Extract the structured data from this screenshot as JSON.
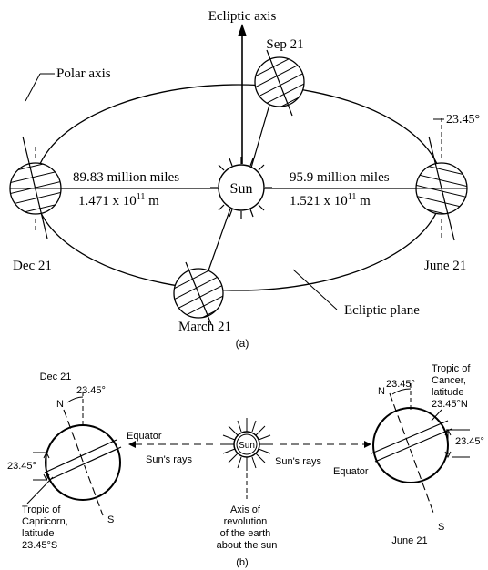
{
  "part_a": {
    "ecliptic_axis": "Ecliptic axis",
    "polar_axis": "Polar axis",
    "sun": "Sun",
    "ecliptic_plane": "Ecliptic plane",
    "tilt": "23.45°",
    "left_distance_miles": "89.83 million miles",
    "left_distance_m_base": "1.471 x 10",
    "left_distance_m_exp": "11",
    "left_distance_m_unit": " m",
    "right_distance_miles": "95.9 million miles",
    "right_distance_m_base": "1.521 x 10",
    "right_distance_m_exp": "11",
    "right_distance_m_unit": "  m",
    "dates": {
      "dec": "Dec 21",
      "sep": "Sep 21",
      "june": "June 21",
      "march": "March 21"
    },
    "caption": "(a)"
  },
  "part_b": {
    "left_date": "Dec 21",
    "left_north": "N",
    "left_south": "S",
    "left_tilt_top": "23.45°",
    "left_tilt_side": "23.45°",
    "equator_left": "Equator",
    "tropic_capricorn": [
      "Tropic of",
      "Capricorn,",
      "latitude",
      "23.45°S"
    ],
    "suns_rays_left": "Sun's rays",
    "sun": "Sun",
    "suns_rays_right": "Sun's rays",
    "axis_of_revolution": [
      "Axis of",
      "revolution",
      "of the earth",
      "about the sun"
    ],
    "right_north": "N",
    "right_south": "S",
    "right_tilt_top": "23.45°",
    "right_tilt_side": "23.45°",
    "equator_right": "Equator",
    "tropic_cancer": [
      "Tropic of",
      "Cancer,",
      "latitude",
      "23.45°N"
    ],
    "right_date": "June 21",
    "caption": "(b)"
  }
}
